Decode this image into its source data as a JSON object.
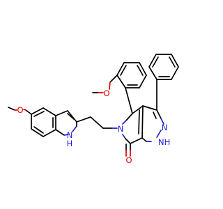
{
  "molecule": {
    "atom_labels": {
      "o_methoxy_phenyl": "O",
      "o_methoxy_indole": "O",
      "n_lactam": "N",
      "n_pyrazole": "N",
      "nh_pyrazole": "NH",
      "o_carbonyl": "O",
      "nh_indole_h": "H",
      "nh_indole_n": "N"
    },
    "colors": {
      "carbon": "#000000",
      "nitrogen": "#1f1fd6",
      "oxygen": "#e00000"
    }
  }
}
